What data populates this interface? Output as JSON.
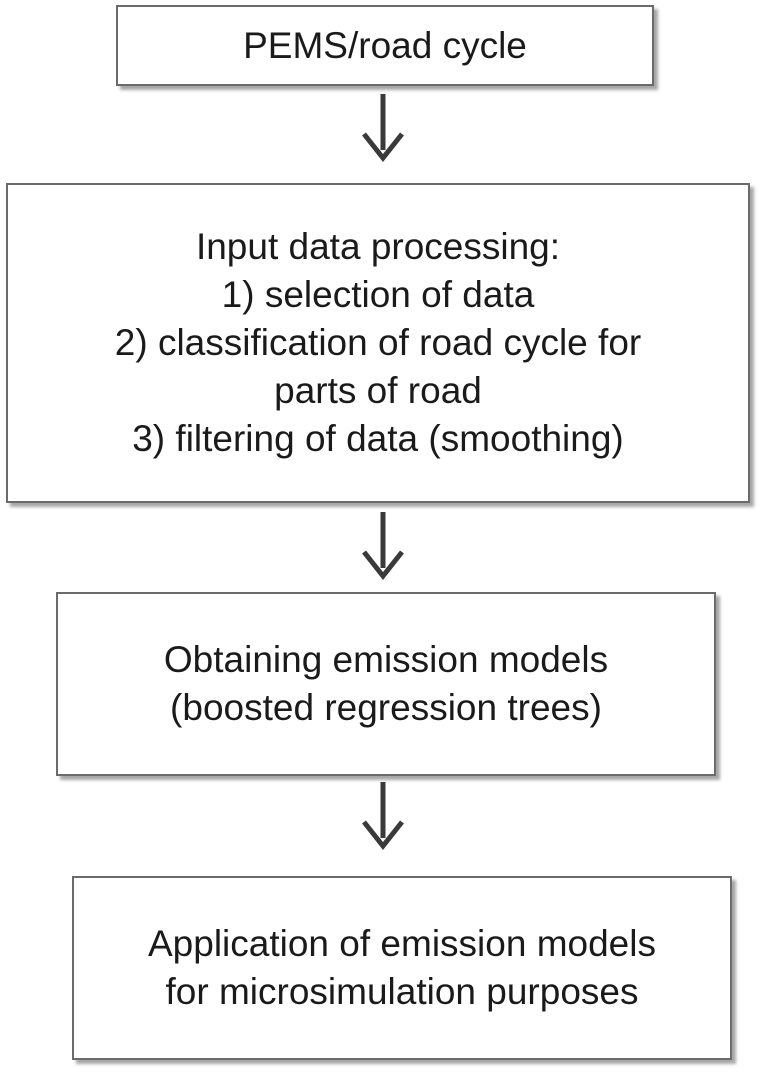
{
  "steps": [
    {
      "lines": [
        "PEMS/road cycle"
      ]
    },
    {
      "lines": [
        "Input data processing:",
        "1) selection of data",
        "2) classification of road cycle for",
        "parts of road",
        "3) filtering of data (smoothing)"
      ]
    },
    {
      "lines": [
        "Obtaining emission models",
        "(boosted regression trees)"
      ]
    },
    {
      "lines": [
        "Application of emission models",
        "for microsimulation purposes"
      ]
    }
  ],
  "colors": {
    "box_border": "#6b6b6b",
    "arrow": "#3a3a3a",
    "text": "#1a1a1a"
  }
}
